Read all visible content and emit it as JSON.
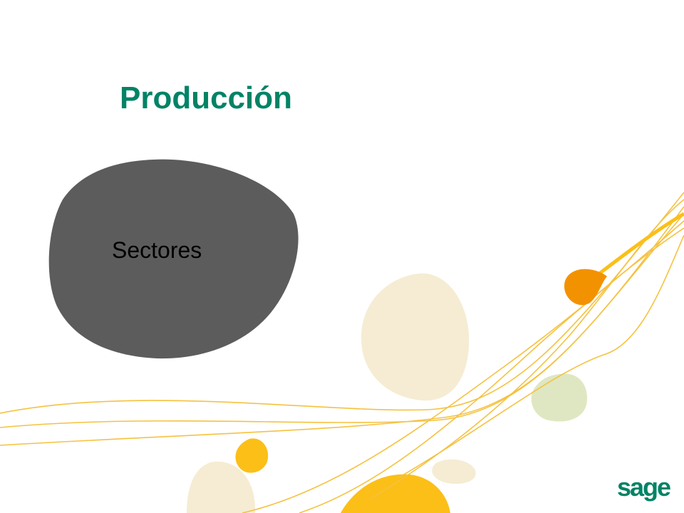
{
  "slide": {
    "title": "Producción",
    "shape_label": "Sectores"
  },
  "logo": {
    "text": "sage",
    "icon": "sage-logo"
  },
  "colors": {
    "title": "#008366",
    "shape_fill": "#5c5c5c",
    "curve_lines": "#f5c241",
    "accent_orange": "#f39200",
    "accent_yellow": "#fbbf17",
    "pale_beige": "#f5ecd3",
    "pale_green": "#dfe7c2",
    "logo": "#008366"
  }
}
